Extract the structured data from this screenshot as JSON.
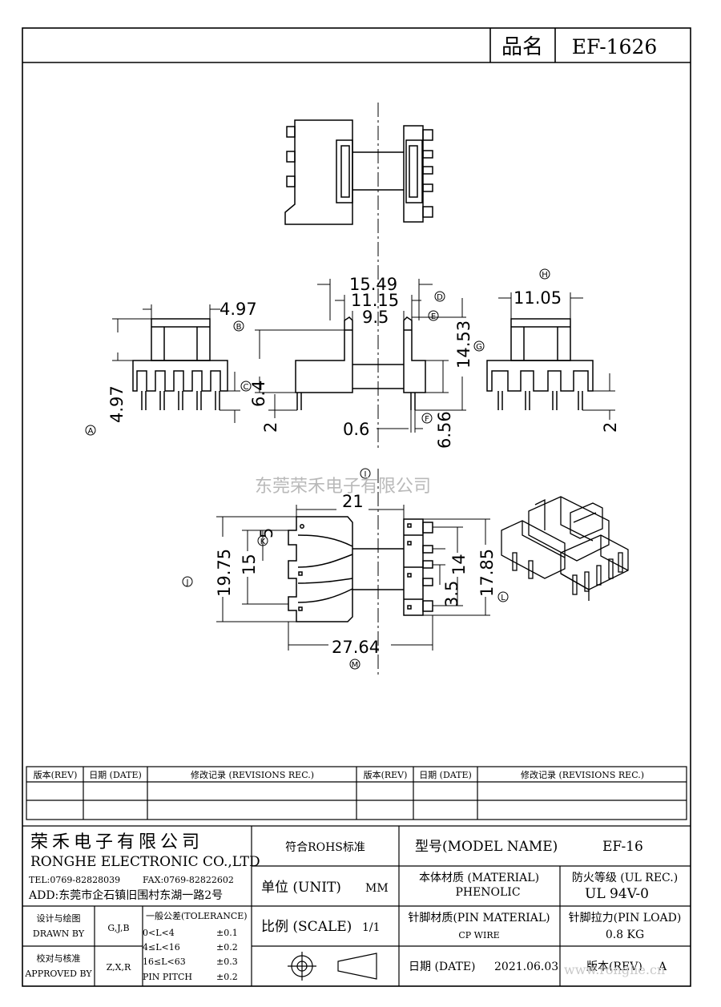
{
  "header": {
    "name_label": "品名",
    "part_number": "EF-1626"
  },
  "watermark": "东莞荣禾电子有限公司",
  "footer_url": "www.ronghe.cn",
  "dimensions": {
    "top_width_left": "4.97",
    "left_height": "4.97",
    "left_pin": "2",
    "mid_overall": "15.49",
    "mid_inner": "11.15",
    "mid_slot": "9.5",
    "mid_height": "6.4",
    "mid_pin_len": "2",
    "mid_pin_dia": "0.6",
    "mid_pin_offset": "6.56",
    "mid_total_height": "14.53",
    "right_width": "11.05",
    "right_pin": "2",
    "bottom_width": "21",
    "bottom_overall": "27.64",
    "bottom_height": "19.75",
    "bottom_pitch_total": "15",
    "bottom_pitch": "5",
    "right_bottom_14": "14",
    "right_bottom_3_5": "3.5",
    "right_bottom_17_85": "17.85"
  },
  "callouts": {
    "A": "A",
    "B": "B",
    "C": "C",
    "D": "D",
    "E": "E",
    "F": "F",
    "G": "G",
    "H": "H",
    "I": "I",
    "J": "J",
    "K": "K",
    "L": "L",
    "M": "M"
  },
  "revision_table": {
    "headers": [
      "版本(REV)",
      "日期 (DATE)",
      "修改记录 (REVISIONS REC.)",
      "版本(REV)",
      "日期 (DATE)",
      "修改记录 (REVISIONS REC.)"
    ]
  },
  "title_block": {
    "company_cn": "荣禾电子有限公司",
    "company_en": "RONGHE ELECTRONIC CO.,LTD",
    "tel": "TEL:0769-82828039",
    "fax": "FAX:0769-82822602",
    "address": "ADD:东莞市企石镇旧围村东湖一路2号",
    "designed_cn": "设计与绘图",
    "designed_en": "DRAWN BY",
    "designed_by": "G,J,B",
    "approved_cn": "校对与核准",
    "approved_en": "APPROVED BY",
    "approved_by": "Z,X,R",
    "tolerance_title": "一般公差(TOLERANCE)",
    "tolerances": [
      {
        "range": "0<L<4",
        "value": "±0.1"
      },
      {
        "range": "4≤L<16",
        "value": "±0.2"
      },
      {
        "range": "16≤L<63",
        "value": "±0.3"
      },
      {
        "range": "PIN PITCH",
        "value": "±0.2"
      }
    ],
    "rohs": "符合ROHS标准",
    "unit_label": "单位 (UNIT)",
    "unit_value": "MM",
    "scale_label": "比例 (SCALE)",
    "scale_value": "1/1",
    "model_label": "型号(MODEL NAME)",
    "model_value": "EF-16",
    "material_label": "本体材质 (MATERIAL)",
    "material_value": "PHENOLIC",
    "ul_label": "防火等级 (UL REC.)",
    "ul_value": "UL 94V-0",
    "pin_material_label": "针脚材质(PIN MATERIAL)",
    "pin_material_value": "CP WIRE",
    "pin_load_label": "针脚拉力(PIN LOAD)",
    "pin_load_value": "0.8 KG",
    "date_label": "日期 (DATE)",
    "date_value": "2021.06.03",
    "rev_label": "版本(REV)",
    "rev_value": "A"
  }
}
